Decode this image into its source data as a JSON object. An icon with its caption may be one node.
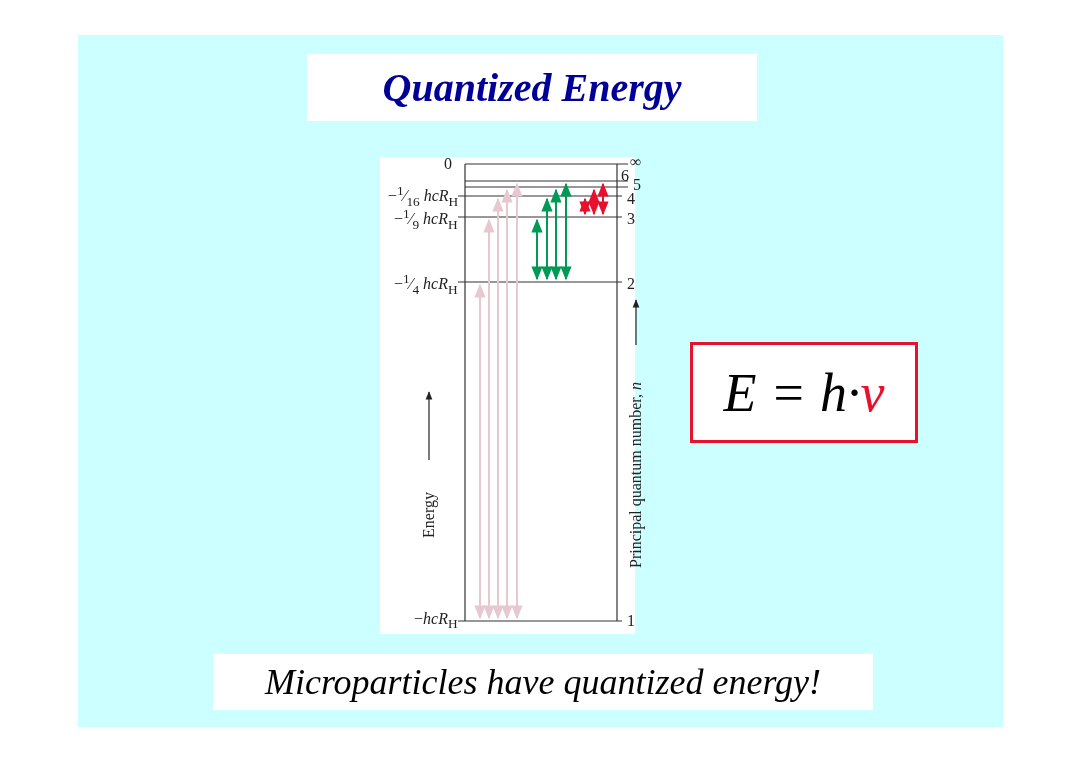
{
  "diagram": {
    "title": "Quantized Energy",
    "caption": "Microparticles have quantized energy!",
    "nodes": [
      {
        "text": [
          "E = h·ν"
        ]
      }
    ],
    "labels": [
      "0",
      "∞",
      "−$^{1}$⁄$_{16}$ *hcR*$_{H}$",
      "6",
      "5",
      "4",
      "−$^{1}$⁄$_{9}$ *hcR*$_{H}$",
      "3",
      "−$^{1}$⁄$_{4}$ *hcR*$_{H}$",
      "2",
      "Energy",
      "Principal quantum number, *n*",
      "−*hcR*$_{H}$",
      "1"
    ]
  }
}
